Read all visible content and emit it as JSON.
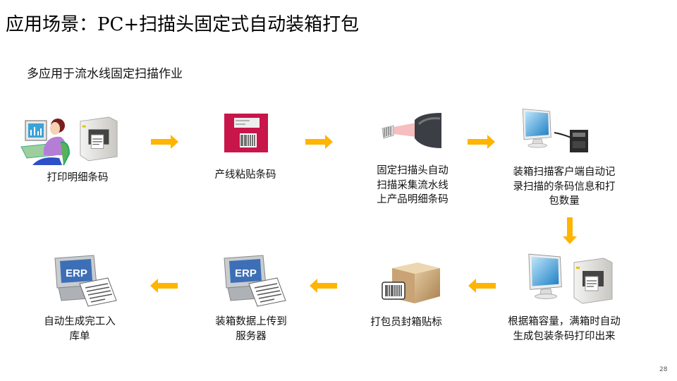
{
  "title": "应用场景：PC+扫描头固定式自动装箱打包",
  "subtitle": "多应用于流水线固定扫描作业",
  "arrow_color": "#FFB400",
  "steps": [
    {
      "icon": "operator-printer-icon",
      "lines": [
        "打印明细条码"
      ]
    },
    {
      "icon": "barcode-label-icon",
      "lines": [
        "产线粘贴条码"
      ]
    },
    {
      "icon": "fixed-scanner-icon",
      "lines": [
        "固定扫描头自动",
        "扫描采集流水线",
        "上产品明细条码"
      ]
    },
    {
      "icon": "computer-scanner-icon",
      "lines": [
        "装箱扫描客户端自动记",
        "录扫描的条码信息和打",
        "包数量"
      ]
    },
    {
      "icon": "computer-printer-icon",
      "lines": [
        "根据箱容量，满箱时自动",
        "生成包装条码打印出来"
      ]
    },
    {
      "icon": "barcode-box-icon",
      "lines": [
        "打包员封箱贴标"
      ]
    },
    {
      "icon": "erp-server-icon",
      "erp_text": "ERP",
      "lines": [
        "装箱数据上传到",
        "服务器"
      ]
    },
    {
      "icon": "erp-server-icon",
      "erp_text": "ERP",
      "lines": [
        "自动生成完工入",
        "库单"
      ]
    }
  ],
  "page_number": "28"
}
